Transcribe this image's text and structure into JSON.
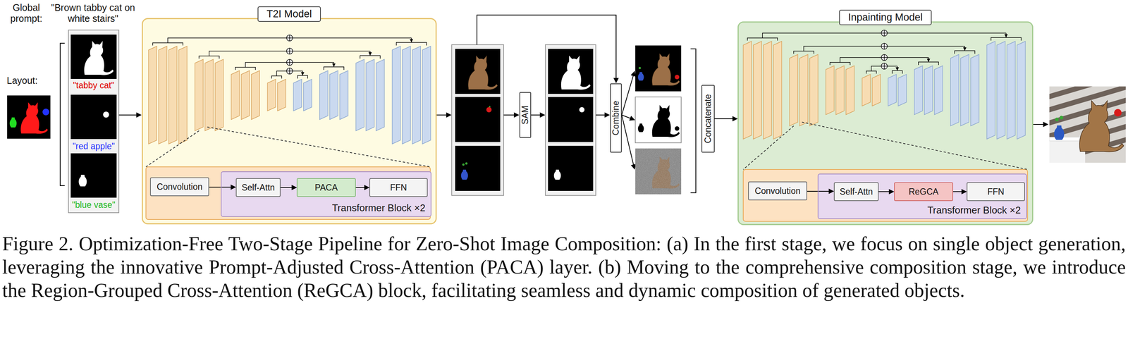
{
  "diagram": {
    "caption": "Figure 2. Optimization-Free Two-Stage Pipeline for Zero-Shot Image Composition: (a) In the first stage, we focus on single object generation, leveraging the innovative Prompt-Adjusted Cross-Attention (PACA) layer. (b) Moving to the comprehensive composition stage, we introduce the Region-Grouped Cross-Attention (ReGCA) block, facilitating seamless and dynamic composition of generated objects.",
    "nodes": [
      {
        "text": [
          "T2I Model"
        ]
      },
      {
        "text": [
          "Convolution"
        ],
        "in": 0
      },
      {
        "text": [
          "Transformer Block ×2"
        ],
        "in": 0
      },
      {
        "text": [
          "Self-Attn"
        ],
        "in": 2
      },
      {
        "text": [
          "PACA"
        ],
        "in": 2
      },
      {
        "text": [
          "FFN"
        ],
        "in": 2
      },
      {
        "text": [
          "SAM"
        ]
      },
      {
        "text": [
          "Combine"
        ]
      },
      {
        "text": [
          "Concatenate"
        ]
      },
      {
        "text": [
          "Inpainting Model"
        ]
      },
      {
        "text": [
          "Convolution"
        ],
        "in": 9
      },
      {
        "text": [
          "Transformer Block ×2"
        ],
        "in": 9
      },
      {
        "text": [
          "Self-Attn"
        ],
        "in": 11
      },
      {
        "text": [
          "ReGCA"
        ],
        "in": 11
      },
      {
        "text": [
          "FFN"
        ],
        "in": 11
      }
    ],
    "edges": [
      {
        "from": 1,
        "to": 3,
        "arrow": "to"
      },
      {
        "from": 3,
        "to": 4,
        "arrow": "to"
      },
      {
        "from": 4,
        "to": 5,
        "arrow": "to"
      },
      {
        "from": 10,
        "to": 12,
        "arrow": "to"
      },
      {
        "from": 12,
        "to": 13,
        "arrow": "to"
      },
      {
        "from": 13,
        "to": 14,
        "arrow": "to"
      },
      {
        "from": 8,
        "to": 9,
        "arrow": "to"
      }
    ],
    "labels": [
      "Global prompt:",
      "\"Brown tabby cat on white stairs\"",
      "Layout:",
      "\"tabby cat\"",
      "\"red apple\"",
      "\"blue vase\""
    ]
  }
}
